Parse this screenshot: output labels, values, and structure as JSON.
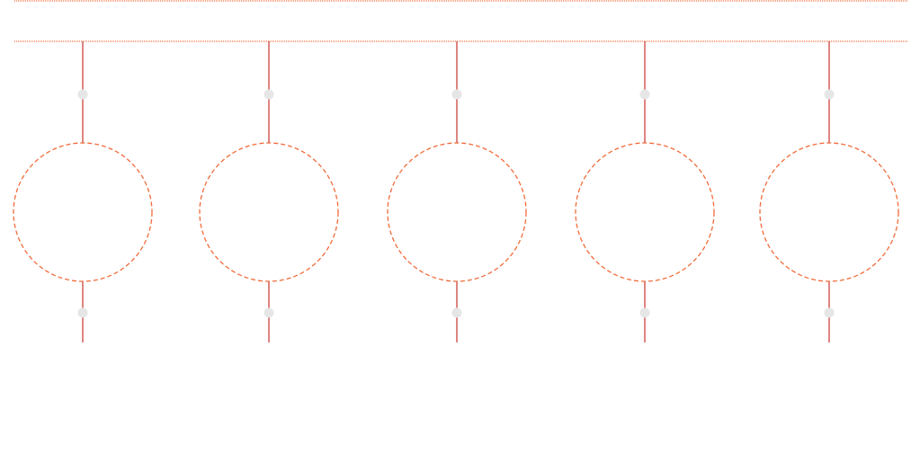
{
  "diagram": {
    "node_count": 5,
    "nodes": [
      {
        "label": ""
      },
      {
        "label": ""
      },
      {
        "label": ""
      },
      {
        "label": ""
      },
      {
        "label": ""
      }
    ],
    "colors": {
      "rail": "#f26b3a",
      "connector": "#c9322b",
      "circle_outline": "#f26b3a",
      "joint_dot": "#e6e6e6",
      "background": "#ffffff"
    },
    "styles": {
      "rails": "dotted",
      "circle_outline": "dashed"
    }
  }
}
